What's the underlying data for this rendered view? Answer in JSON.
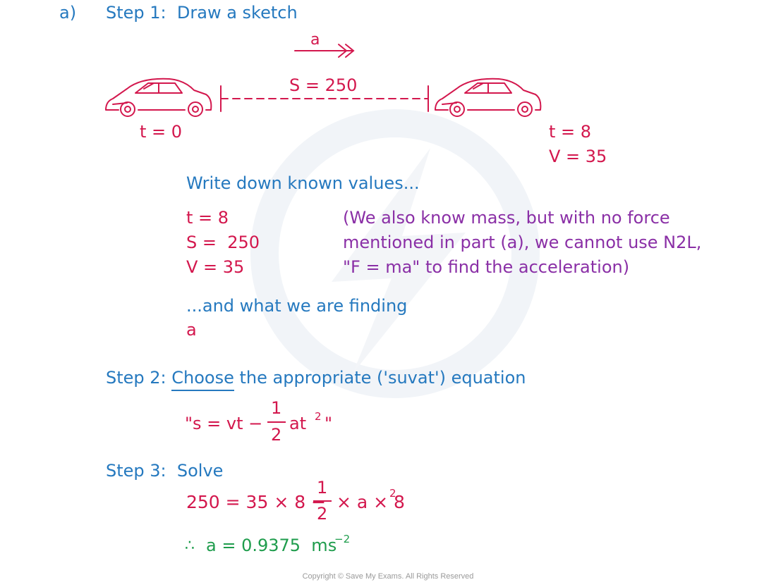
{
  "part_label": "a)",
  "step1": "Step 1:  Draw a sketch",
  "sketch": {
    "accel_label": "a",
    "distance_label": "S = 250",
    "start_time": "t = 0",
    "end_time": "t = 8",
    "end_velocity": "V = 35"
  },
  "known_heading": "Write down known values...",
  "known_values": [
    "t = 8",
    "S =  250",
    "V = 35"
  ],
  "note_lines": [
    "(We also know mass, but with no force",
    "mentioned in part (a), we cannot use N2L,",
    "\"F = ma\" to find the acceleration)"
  ],
  "finding_heading": "...and what we are finding",
  "finding_value": "a",
  "step2": {
    "prefix": "Step 2: ",
    "underlined": "Choose",
    "suffix": " the appropriate ('suvat') equation"
  },
  "equation": {
    "left": "\"s = vt −",
    "numerator": "1",
    "denominator": "2",
    "right": "at",
    "power": "2",
    "close_quote": "\""
  },
  "step3": "Step 3:  Solve",
  "solve": {
    "left": "250 = 35 × 8 −",
    "numerator": "1",
    "denominator": "2",
    "right": "× a × 8",
    "power": "2"
  },
  "result": {
    "therefore": "∴",
    "text": "a = 0.9375  ms",
    "power": "−2"
  },
  "copyright": "Copyright © Save My Exams. All Rights Reserved",
  "colors": {
    "blue": "#2579bf",
    "red": "#d3174d",
    "purple": "#8a2fa6",
    "green": "#1e9c4c"
  }
}
